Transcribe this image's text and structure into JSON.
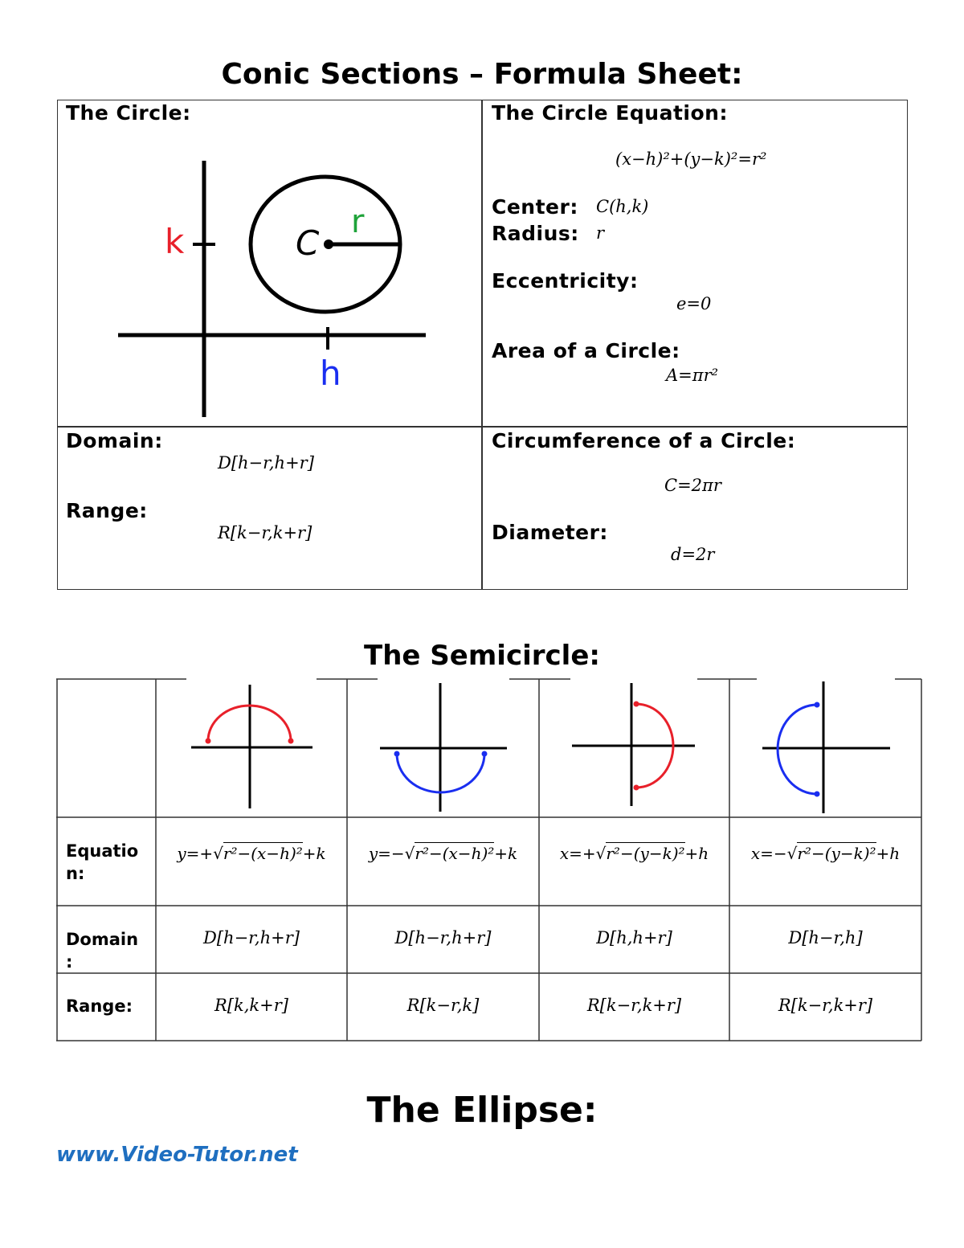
{
  "title": "Conic Sections – Formula Sheet:",
  "circle_section": {
    "diagram_label": "The Circle:",
    "diagram_letters": {
      "k": "k",
      "c": "C",
      "r": "r",
      "h": "h"
    },
    "equation_label": "The Circle Equation:",
    "equation": "(x−h)²+(y−k)²=r²",
    "center_label": "Center:",
    "center_value": "C(h,k)",
    "radius_label": "Radius:",
    "radius_value": "r",
    "eccentricity_label": "Eccentricity:",
    "eccentricity_value": "e=0",
    "area_label": "Area of a Circle:",
    "area_value": "A=πr²",
    "domain_label": "Domain:",
    "domain_value": "D[h−r,h+r]",
    "range_label": "Range:",
    "range_value": "R[k−r,k+r]",
    "circumference_label": "Circumference of a Circle:",
    "circumference_value": "C=2πr",
    "diameter_label": "Diameter:",
    "diameter_value": "d=2r"
  },
  "semicircle_section": {
    "title": "The Semicircle:",
    "row_labels": {
      "equation": "Equatio n:",
      "domain": "Domain :",
      "range": "Range:"
    },
    "columns": [
      {
        "eq_pre": "y=+√",
        "eq_rad": "r²−(x−h)²",
        "eq_post": "+k",
        "domain": "D[h−r,h+r]",
        "range": "R[k,k+r]",
        "arc_color": "#e8202a"
      },
      {
        "eq_pre": "y=−√",
        "eq_rad": "r²−(x−h)²",
        "eq_post": "+k",
        "domain": "D[h−r,h+r]",
        "range": "R[k−r,k]",
        "arc_color": "#1a2ef0"
      },
      {
        "eq_pre": "x=+√",
        "eq_rad": "r²−(y−k)²",
        "eq_post": "+h",
        "domain": "D[h,h+r]",
        "range": "R[k−r,k+r]",
        "arc_color": "#e8202a"
      },
      {
        "eq_pre": "x=−√",
        "eq_rad": "r²−(y−k)²",
        "eq_post": "+h",
        "domain": "D[h−r,h]",
        "range": "R[k−r,k+r]",
        "arc_color": "#1a2ef0"
      }
    ]
  },
  "ellipse_title": "The Ellipse:",
  "footer_link": "www.Video-Tutor.net",
  "colors": {
    "red": "#e8202a",
    "green": "#1fa33a",
    "blue": "#1a2ef0",
    "link": "#1f6fc0"
  }
}
